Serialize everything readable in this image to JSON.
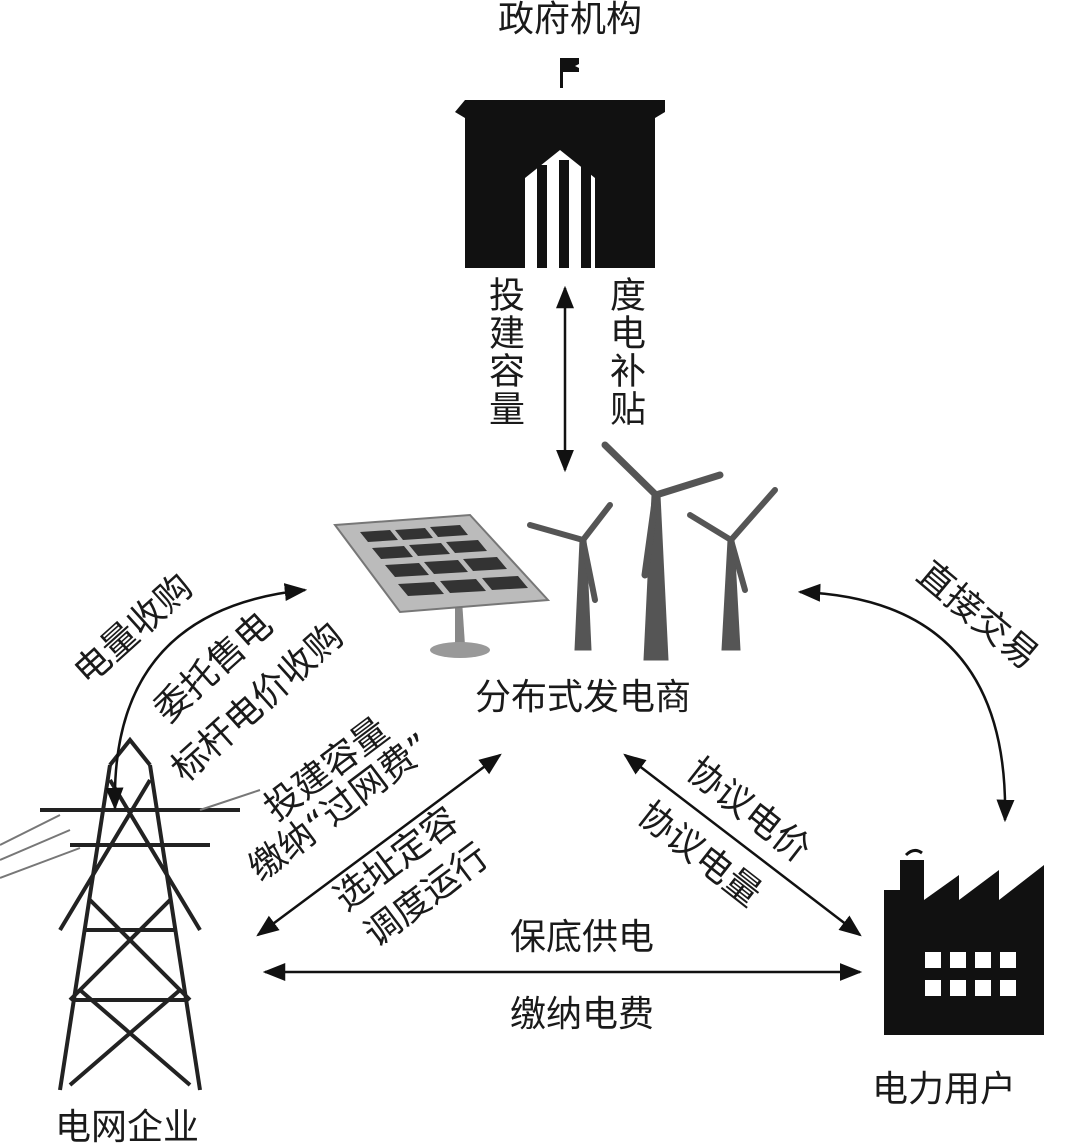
{
  "nodes": {
    "government": "政府机构",
    "producer": "分布式发电商",
    "grid": "电网企业",
    "user": "电力用户"
  },
  "relations": {
    "gov_left": "投建容量",
    "gov_right": "度电补贴",
    "direct_trade": "直接交易",
    "grid_purchase": "电量收购",
    "entrusted_sale": "委托售电",
    "benchmark_purchase": "标杆电价收购",
    "grid_capacity": "投建容量",
    "grid_fee": "缴纳“过网费”",
    "siting": "选址定容",
    "dispatch": "调度运行",
    "agreed_price": "协议电价",
    "agreed_volume": "协议电量",
    "basic_supply": "保底供电",
    "pay_bill": "缴纳电费"
  }
}
